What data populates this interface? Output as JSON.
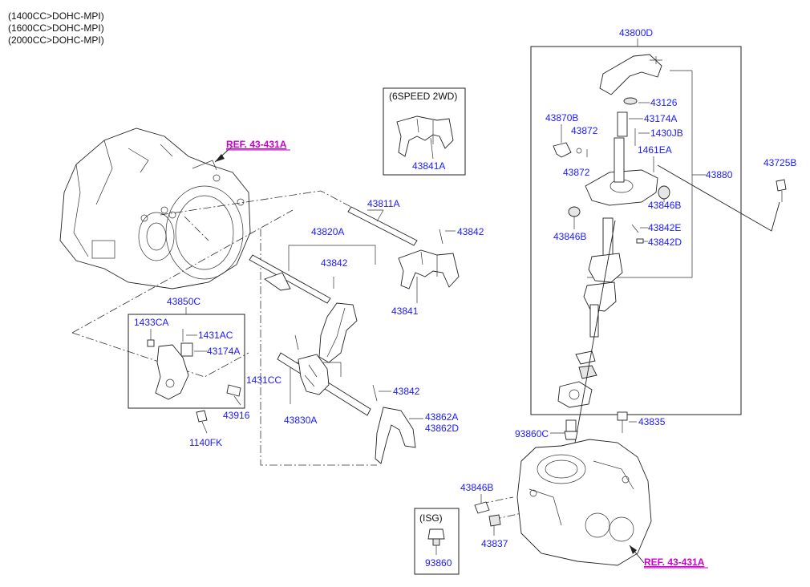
{
  "engine_notes": [
    "(1400CC>DOHC-MPI)",
    "(1600CC>DOHC-MPI)",
    "(2000CC>DOHC-MPI)"
  ],
  "references": {
    "ref_top": "REF. 43-431A",
    "ref_bottom": "REF. 43-431A"
  },
  "inset_6speed": {
    "title": "(6SPEED 2WD)",
    "part": "43841A"
  },
  "inset_isg": {
    "title": "(ISG)",
    "part": "93860"
  },
  "parts": {
    "p43800D": "43800D",
    "p43126": "43126",
    "p43174A_top": "43174A",
    "p1430JB": "1430JB",
    "p43870B": "43870B",
    "p43872_a": "43872",
    "p43872_b": "43872",
    "p1461EA": "1461EA",
    "p43880": "43880",
    "p43725B": "43725B",
    "p43846B_a": "43846B",
    "p43846B_b": "43846B",
    "p43846B_c": "43846B",
    "p43842E": "43842E",
    "p43842D": "43842D",
    "p43811A": "43811A",
    "p43842_a": "43842",
    "p43842_b": "43842",
    "p43842_c": "43842",
    "p43820A": "43820A",
    "p43841": "43841",
    "p43850C": "43850C",
    "p1433CA": "1433CA",
    "p1431AC": "1431AC",
    "p43174A_left": "43174A",
    "p1431CC": "1431CC",
    "p43916": "43916",
    "p1140FK": "1140FK",
    "p43830A": "43830A",
    "p43862A": "43862A",
    "p43862D": "43862D",
    "p93860C": "93860C",
    "p43835": "43835",
    "p43837": "43837"
  }
}
